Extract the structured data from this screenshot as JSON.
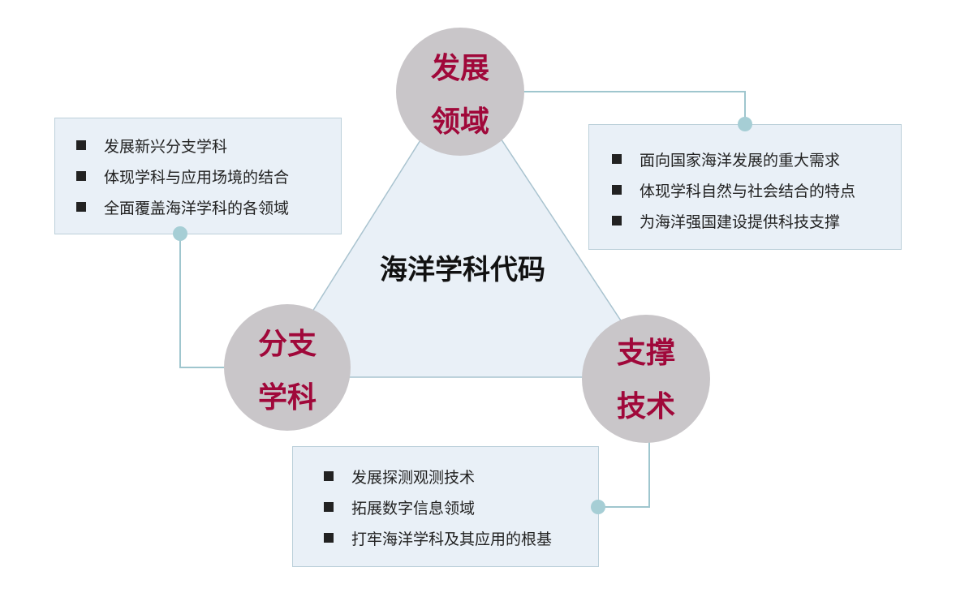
{
  "center_title": "海洋学科代码",
  "nodes": {
    "top": {
      "line1": "发展",
      "line2": "领域",
      "items": [
        "面向国家海洋发展的重大需求",
        "体现学科自然与社会结合的特点",
        "为海洋强国建设提供科技支撑"
      ]
    },
    "left": {
      "line1": "分支",
      "line2": "学科",
      "items": [
        "发展新兴分支学科",
        "体现学科与应用场境的结合",
        "全面覆盖海洋学科的各领域"
      ]
    },
    "right": {
      "line1": "支撑",
      "line2": "技术",
      "items": [
        "发展探测观测技术",
        "拓展数字信息领域",
        "打牢海洋学科及其应用的根基"
      ]
    }
  },
  "colors": {
    "circle": "#c9c6c9",
    "label": "#a0083a",
    "box": "#e9f0f7",
    "connector": "#9fc6ce"
  }
}
